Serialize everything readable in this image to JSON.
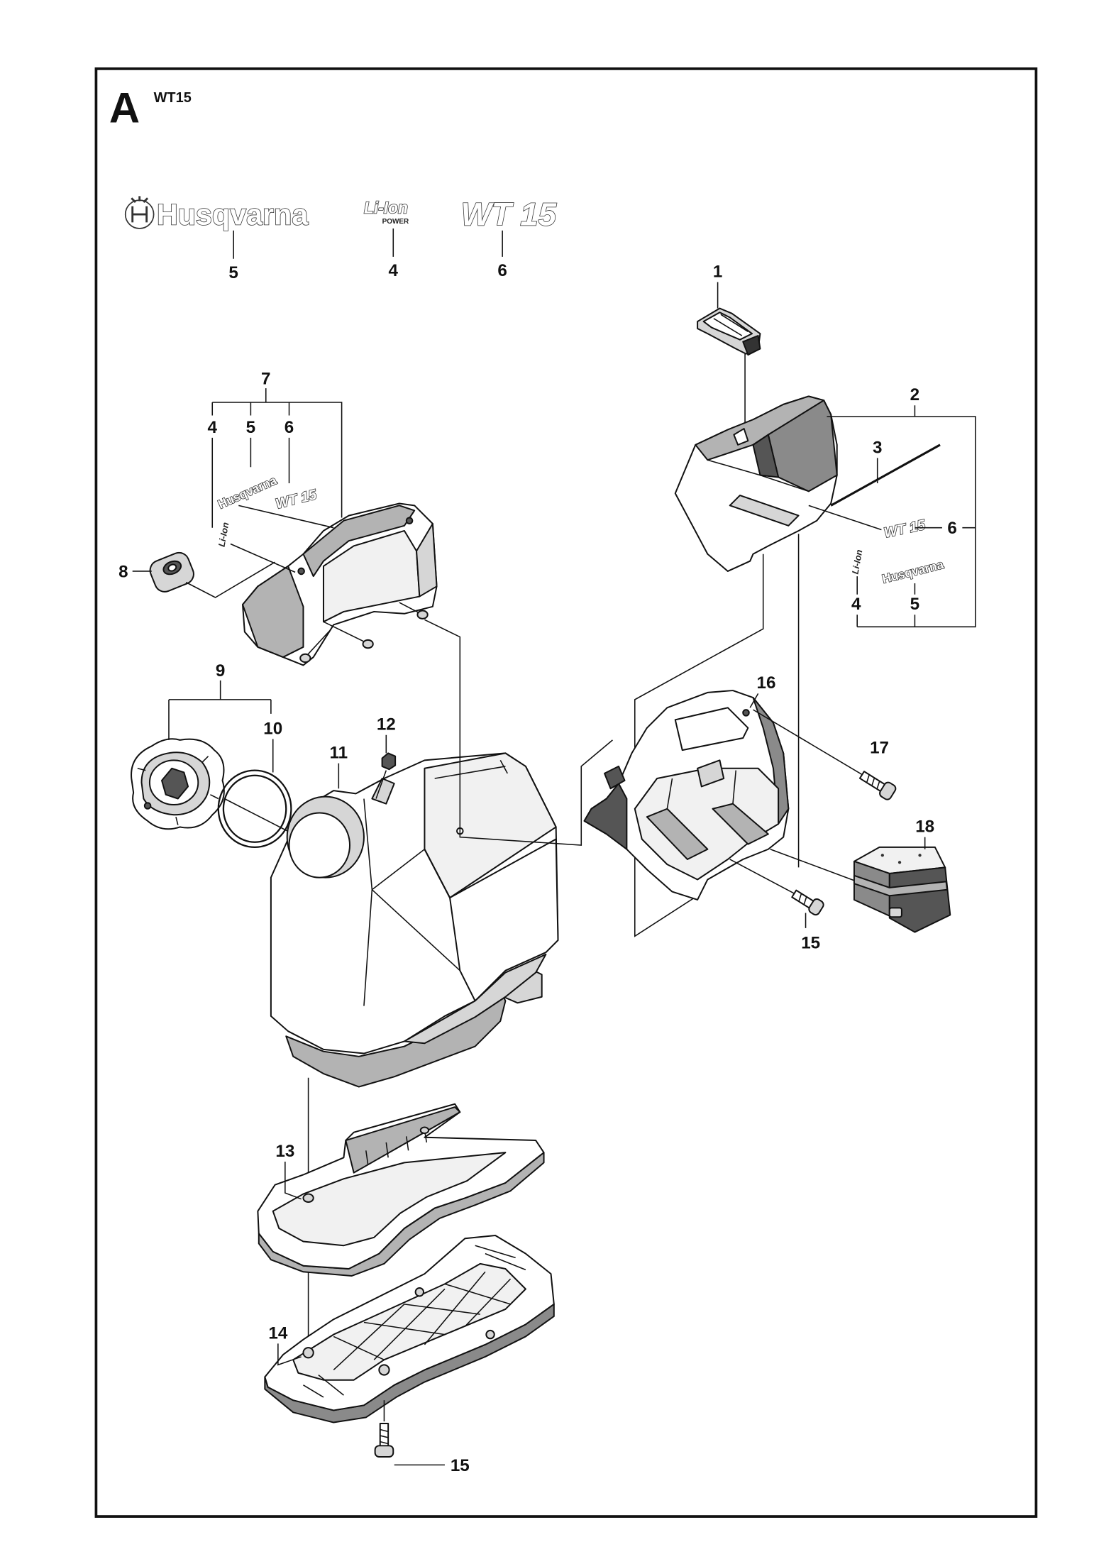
{
  "diagram": {
    "section_letter": "A",
    "model": "WT15"
  },
  "logos": {
    "husqvarna": "Husqvarna",
    "li_ion": "Li-Ion",
    "li_ion_sub": "POWER",
    "wt15": "WT 15"
  },
  "callouts": {
    "logo_husqvarna": "5",
    "logo_li_ion": "4",
    "logo_wt15": "6",
    "part_1": "1",
    "part_2": "2",
    "part_3": "3",
    "part_2_wt15": "6",
    "part_2_li_ion": "4",
    "part_2_husqvarna": "5",
    "part_7": "7",
    "part_7_li_ion": "4",
    "part_7_husqvarna": "5",
    "part_7_wt15": "6",
    "part_8": "8",
    "part_9": "9",
    "part_10": "10",
    "part_11": "11",
    "part_12": "12",
    "part_13": "13",
    "part_14": "14",
    "part_15_bottom": "15",
    "part_15_holder": "15",
    "part_16": "16",
    "part_17": "17",
    "part_18": "18"
  }
}
